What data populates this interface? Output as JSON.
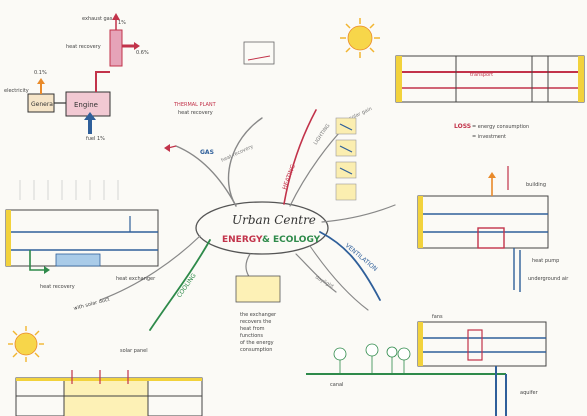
{
  "center": {
    "title": "Urban Centre",
    "subtitle_a": "ENERGY",
    "subtitle_b": "& ECOLOGY"
  },
  "branch_labels": {
    "heating": "HEATING",
    "ventilation": "VENTILATION",
    "cooling": "COOLING",
    "lighting": "LIGHTING",
    "solar_gain": "solar gain",
    "daylight": "daylight",
    "heat_recovery": "heat recovery"
  },
  "cogeneration": {
    "exhaust_gas": "exhaust gas",
    "heat_recovery": "heat recovery",
    "electricity": "electricity",
    "generator": "Genera",
    "engine": "Engine",
    "fuel": "fuel 1%",
    "pct_top": "1%",
    "pct_out": "0.6%",
    "pct_elec": "0.1%"
  },
  "left_cluster": {
    "label_top": "THERMAL PLANT",
    "label_sub": "heat recovery",
    "label_left": "GAS"
  },
  "lost_box": {
    "heading": "LOSS",
    "line1": "= energy consumption",
    "line2": "= investment"
  },
  "right_labels": {
    "transport": "transport",
    "heat_pump": "heat pump",
    "fans": "fans",
    "underground": "underground air",
    "canal": "canal",
    "building": "building",
    "aquifer": "aquifer"
  },
  "lower_left": {
    "heat_recovery": "heat recovery",
    "heat_exchanger": "heat exchanger",
    "under_note": "with solar duct"
  },
  "note_block": {
    "line1": "the exchanger",
    "line2": "recovers the",
    "line3": "heat from",
    "line4": "functions",
    "line5": "of the energy",
    "line6": "consumption"
  },
  "bottom_left": {
    "label": "solar panel"
  },
  "colors": {
    "ink": "#3a3a3a",
    "blue": "#2f5f9a",
    "green": "#2e8a4a",
    "red": "#c2334a",
    "yellow": "#f2d23c",
    "orange": "#e98a2a",
    "pink": "#e6a3b8",
    "lightblue": "#a9cbe8"
  }
}
